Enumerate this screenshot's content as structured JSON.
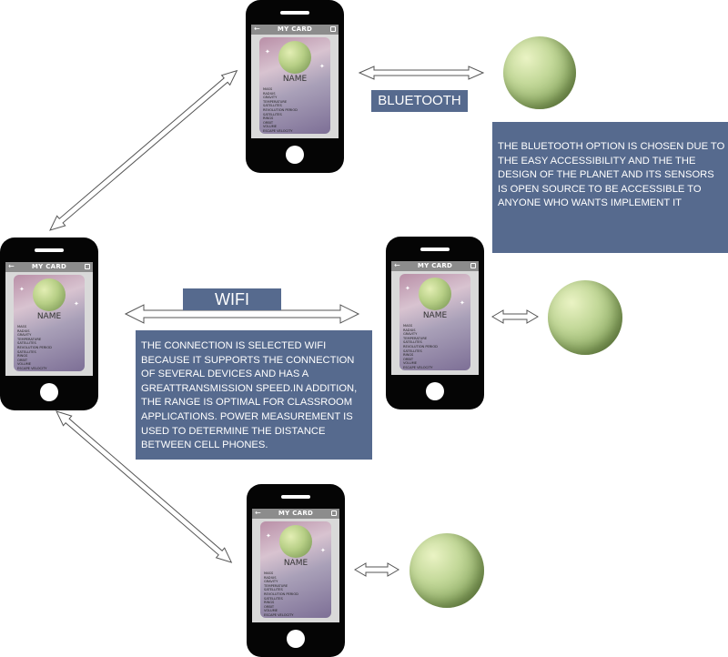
{
  "phone_screen": {
    "title": "MY CARD",
    "name_label": "NAME",
    "back_icon": "arrow-left-icon",
    "camera_icon": "camera-icon",
    "fields": [
      "MASS",
      "RADIUS",
      "GRAVITY",
      "TEMPERATURE",
      "SATELLITES",
      "REVOLUTION PERIOD",
      "SATELLITES",
      "RINGS",
      "ORBIT",
      "VOLUME",
      "ESCAPE VELOCITY"
    ]
  },
  "labels": {
    "bluetooth": "BLUETOOTH",
    "wifi": "WIFI"
  },
  "descriptions": {
    "bluetooth": "THE BLUETOOTH OPTION IS CHOSEN DUE TO THE EASY ACCESSIBILITY AND THE THE DESIGN OF THE PLANET AND ITS SENSORS IS OPEN SOURCE TO BE ACCESSIBLE TO ANYONE WHO WANTS IMPLEMENT IT",
    "wifi": "THE CONNECTION IS SELECTED WIFI BECAUSE IT SUPPORTS THE CONNECTION OF SEVERAL DEVICES AND HAS A GREATTRANSMISSION SPEED.IN ADDITION, THE RANGE IS OPTIMAL FOR CLASSROOM APPLICATIONS. POWER MEASUREMENT IS USED TO DETERMINE THE DISTANCE BETWEEN CELL PHONES."
  },
  "colors": {
    "label_bg": "#566a8e",
    "label_text": "#ffffff",
    "phone_body": "#050505",
    "planet": "#b7cf86"
  }
}
